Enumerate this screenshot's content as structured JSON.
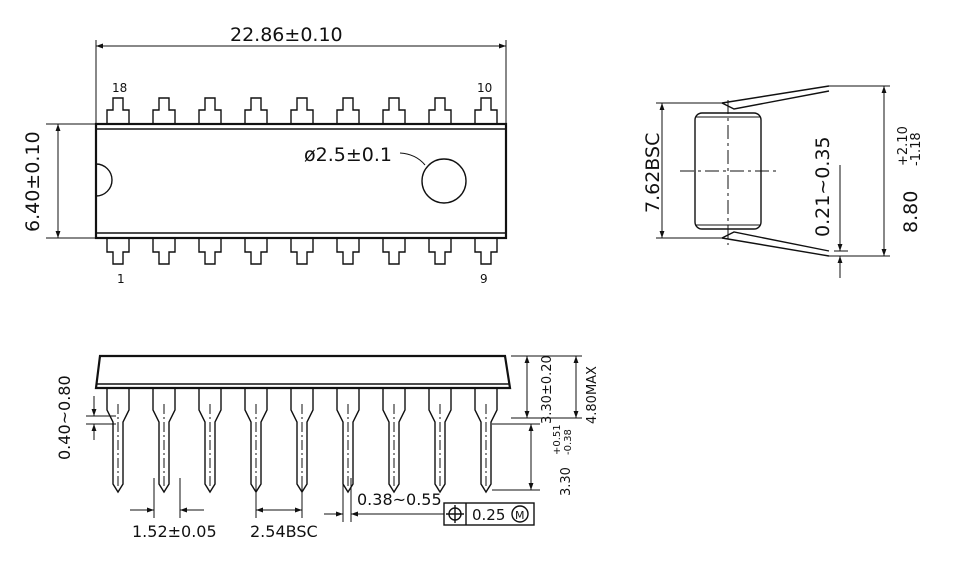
{
  "top_view": {
    "length_dim": "22.86±0.10",
    "width_dim": "6.40±0.10",
    "hole_dim": "ø2.5±0.1",
    "pin_first_top": "18",
    "pin_last_top": "10",
    "pin_first_bottom": "1",
    "pin_last_bottom": "9"
  },
  "end_view": {
    "row_spacing_dim": "7.62BSC",
    "lead_thickness_dim": "0.21~0.35",
    "overall_dim": "8.80",
    "overall_tol_plus": "+2.10",
    "overall_tol_minus": "-1.18"
  },
  "side_view": {
    "shoulder_dim": "0.40~0.80",
    "body_height_dim": "3.30±0.20",
    "max_height_dim": "4.80MAX",
    "lead_length_dim": "3.30",
    "lead_length_tol_plus": "+0.51",
    "lead_length_tol_minus": "-0.38",
    "lead_width_dim": "0.38~0.55",
    "shoulder_width_dim": "1.52±0.05",
    "pitch_dim": "2.54BSC",
    "tolerance_value": "0.25",
    "tolerance_modifier": "M"
  },
  "icons": {
    "position_tolerance": "position-tolerance-icon",
    "pin1_notch": "pin1-notch-icon"
  }
}
